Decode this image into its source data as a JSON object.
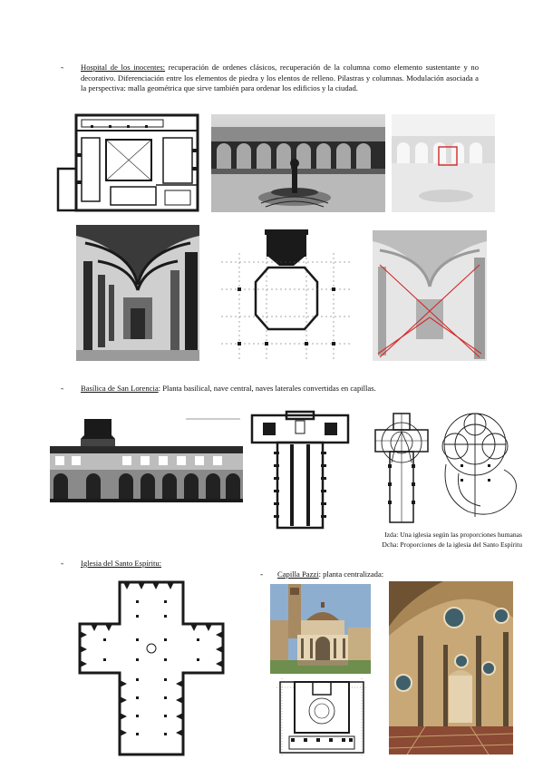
{
  "sections": {
    "hospital": {
      "bullet": "-",
      "title": "Hospital de los inocentes:",
      "text": " recuperación de ordenes clásicos, recuperación de la columna como elemento sustentante y no decorativo. Diferenciación entre los elementos de piedra y los elentos de relleno. Pilastras y columnas. Modulación asociada a la perspectiva: malla geométrica que sirve también para ordenar los edificios y la ciudad."
    },
    "lorenzo": {
      "bullet": "-",
      "title": "Basílica de San Lorencia",
      "text": ": Planta basilical, nave central, naves laterales convertidas en capillas."
    },
    "captions": {
      "line1": "Izda: Una iglesia según las proporciones humanas",
      "line2": "Dcha: Proporciones de la iglesia del Santo Espíritu"
    },
    "espiritu": {
      "bullet": "-",
      "title": "Iglesia del Santo Espíritu:"
    },
    "pazzi": {
      "bullet": "-",
      "title": "Capilla Pazzi",
      "text": ": planta centralizada:"
    }
  },
  "colors": {
    "text": "#111111",
    "ink": "#1a1a1a",
    "highlight_red": "#d22a2a",
    "stone": "#c9a877",
    "sky": "#8eaed0"
  }
}
